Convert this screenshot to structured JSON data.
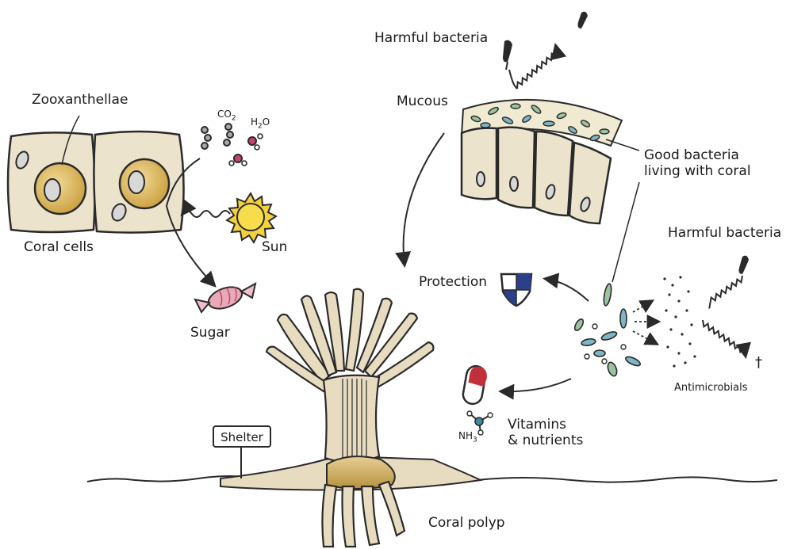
{
  "labels": {
    "zooxanthellae": "Zooxanthellae",
    "coral_cells": "Coral cells",
    "sun": "Sun",
    "sugar": "Sugar",
    "co2": "CO",
    "co2_sub": "2",
    "h2o_a": "H",
    "h2o_sub": "2",
    "h2o_b": "O",
    "harmful_bacteria_top": "Harmful bacteria",
    "mucous": "Mucous",
    "good_bacteria_line1": "Good bacteria",
    "good_bacteria_line2": "living with coral",
    "harmful_bacteria_right": "Harmful bacteria",
    "protection": "Protection",
    "antimicrobials": "Antimicrobials",
    "vitamins_line1": "Vitamins",
    "vitamins_line2": "& nutrients",
    "nh3": "NH",
    "nh3_sub": "3",
    "shelter": "Shelter",
    "coral_polyp": "Coral polyp",
    "dagger": "†"
  },
  "colors": {
    "outline": "#2a2a2a",
    "cell_fill": "#ece3cc",
    "zoox_fill": "#d9b25a",
    "zoox_dark": "#b38a2a",
    "sun_fill": "#f3d23c",
    "candy_fill": "#e9a9b8",
    "polyp_fill": "#e8dcc0",
    "polyp_core": "#c9a456",
    "mucous_fill": "#f1ead2",
    "bacteria_blue": "#7fb5c5",
    "bacteria_green": "#9cc39e",
    "shield_blue": "#2b3f8a",
    "pill_red": "#c0303a"
  },
  "icons": [
    "sun-icon",
    "candy-icon",
    "molecule-icon",
    "shield-icon",
    "pill-icon",
    "bacteria-icon"
  ]
}
